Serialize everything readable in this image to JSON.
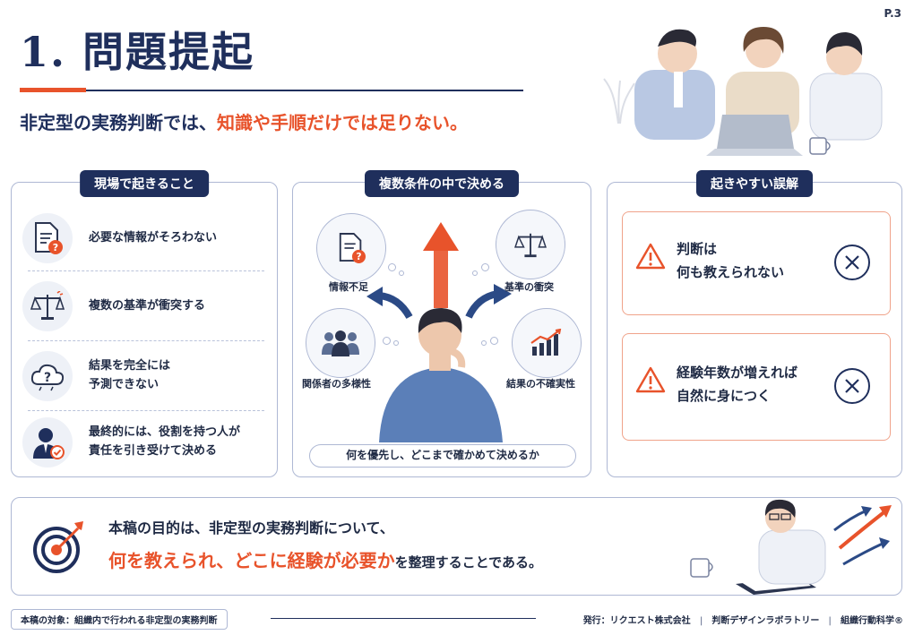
{
  "page_number": "P.3",
  "title": "1. 問題提起",
  "subtitle": {
    "plain": "非定型の実務判断では、",
    "highlight": "知識や手順だけでは足りない。"
  },
  "panels": {
    "left": {
      "title": "現場で起きること",
      "items": [
        {
          "icon": "missing-document-icon",
          "text": "必要な情報がそろわない"
        },
        {
          "icon": "balance-scale-icon",
          "text": "複数の基準が衝突する"
        },
        {
          "icon": "uncertain-cloud-icon",
          "text": "結果を完全には\n予測できない"
        },
        {
          "icon": "responsible-person-icon",
          "text": "最終的には、役割を持つ人が\n責任を引き受けて決める"
        }
      ]
    },
    "middle": {
      "title": "複数条件の中で決める",
      "factors": [
        {
          "icon": "missing-document-icon",
          "label": "情報不足"
        },
        {
          "icon": "balance-scale-icon",
          "label": "基準の衝突"
        },
        {
          "icon": "people-group-icon",
          "label": "関係者の多様性"
        },
        {
          "icon": "rising-chart-icon",
          "label": "結果の不確実性"
        }
      ],
      "caption": "何を優先し、どこまで確かめて決めるか"
    },
    "right": {
      "title": "起きやすい誤解",
      "misconceptions": [
        {
          "line1": "判断は",
          "line2": "何も教えられない"
        },
        {
          "line1": "経験年数が増えれば",
          "line2": "自然に身につく"
        }
      ]
    }
  },
  "purpose": {
    "line1": "本稿の目的は、非定型の実務判断について、",
    "highlight": "何を教えられ、どこに経験が必要か",
    "rest": "を整理することである。"
  },
  "footer": {
    "scope": "本稿の対象：組織内で行われる非定型の実務判断",
    "publisher": "発行：リクエスト株式会社",
    "lab": "判断デザインラボラトリー",
    "field": "組織行動科学®"
  },
  "colors": {
    "navy": "#1f2f5c",
    "accent_orange": "#e8532b",
    "border": "#aeb8d4"
  }
}
